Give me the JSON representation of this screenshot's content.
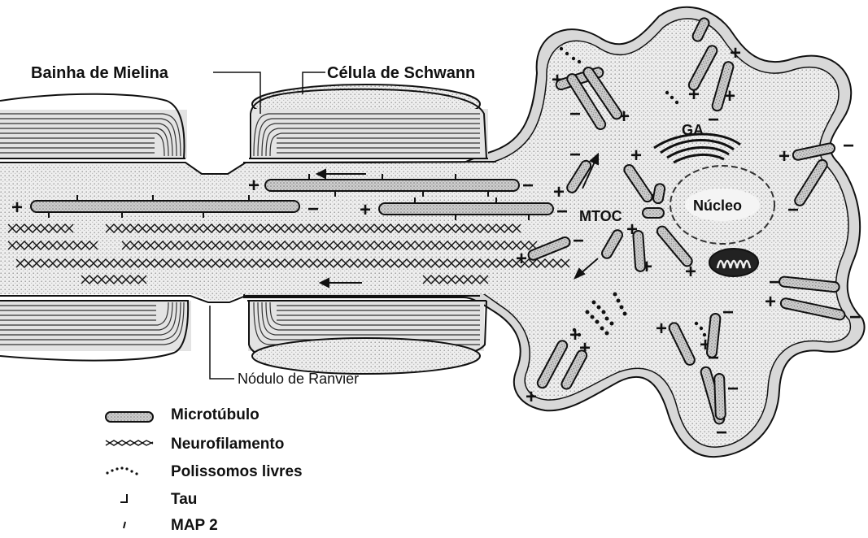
{
  "labels": {
    "bainha": "Bainha de Mielina",
    "schwann": "Célula de Schwann",
    "ga": "GA",
    "nucleo": "Núcleo",
    "mtoc": "MTOC",
    "ranvier": "Nódulo de Ranvier"
  },
  "signs": {
    "plus": "+",
    "minus": "−"
  },
  "legend": [
    {
      "icon": "microtubule-icon",
      "text": "Microtúbulo"
    },
    {
      "icon": "neurofilament-icon",
      "text": "Neurofilamento"
    },
    {
      "icon": "polysome-icon",
      "text": "Polissomos livres"
    },
    {
      "icon": "tau-icon",
      "text": "Tau"
    },
    {
      "icon": "map2-icon",
      "text": "MAP 2"
    }
  ],
  "colors": {
    "ink": "#111111",
    "stipple": "#bdbdbd",
    "cytoplasm": "#e9e9e9"
  }
}
